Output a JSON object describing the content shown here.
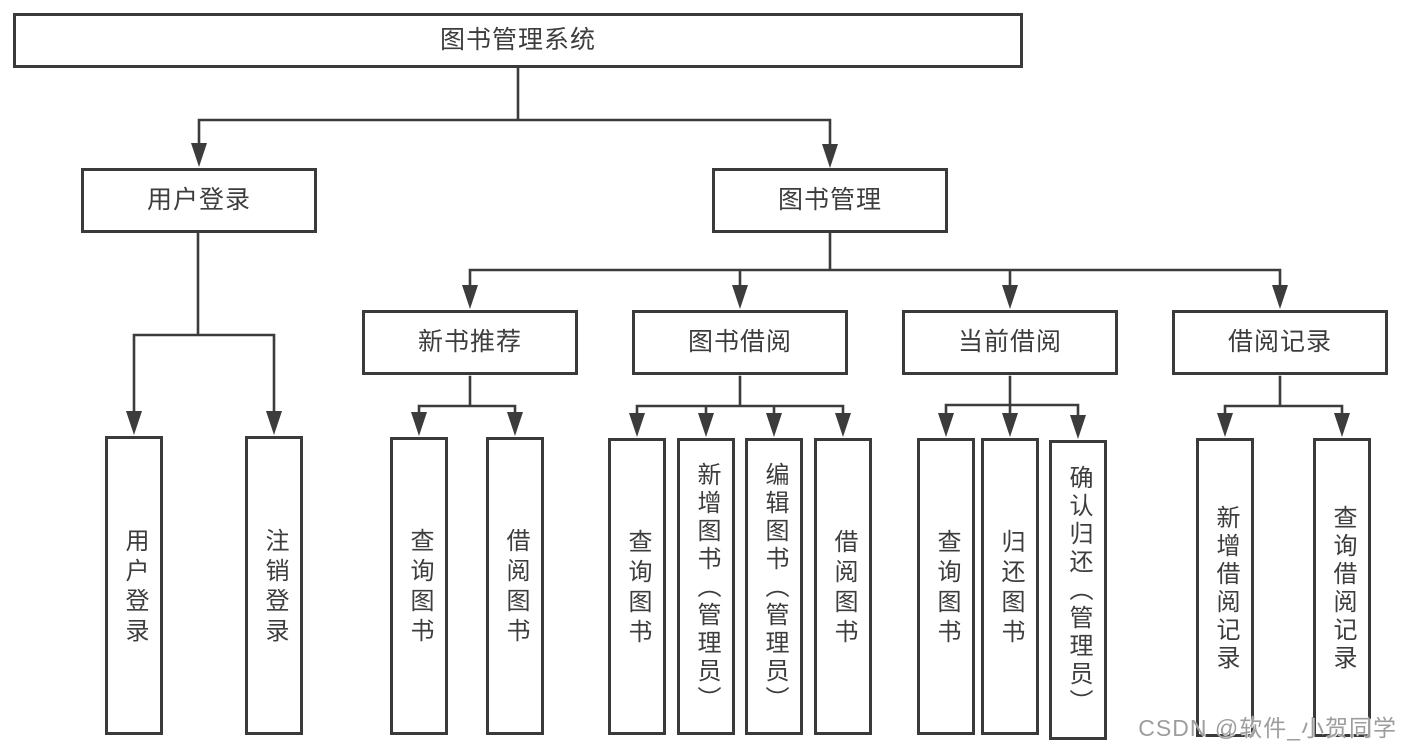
{
  "diagram_title": "图书管理系统",
  "colors": {
    "line": "#3c3c3c",
    "box_border": "#3a3a3a",
    "text": "#3d3d3d",
    "background": "#ffffff",
    "watermark": "#9d9d9d"
  },
  "watermark": {
    "text": "CSDN @软件_小贺同学"
  },
  "tree": {
    "label": "图书管理系统",
    "children": [
      {
        "label": "用户登录",
        "children": [
          {
            "label": "用户登录"
          },
          {
            "label": "注销登录"
          }
        ]
      },
      {
        "label": "图书管理",
        "children": [
          {
            "label": "新书推荐",
            "children": [
              {
                "label": "查询图书"
              },
              {
                "label": "借阅图书"
              }
            ]
          },
          {
            "label": "图书借阅",
            "children": [
              {
                "label": "查询图书"
              },
              {
                "label": "新增图书（管理员）"
              },
              {
                "label": "编辑图书（管理员）"
              },
              {
                "label": "借阅图书"
              }
            ]
          },
          {
            "label": "当前借阅",
            "children": [
              {
                "label": "查询图书"
              },
              {
                "label": "归还图书"
              },
              {
                "label": "确认归还（管理员）"
              }
            ]
          },
          {
            "label": "借阅记录",
            "children": [
              {
                "label": "新增借阅记录"
              },
              {
                "label": "查询借阅记录"
              }
            ]
          }
        ]
      }
    ]
  }
}
